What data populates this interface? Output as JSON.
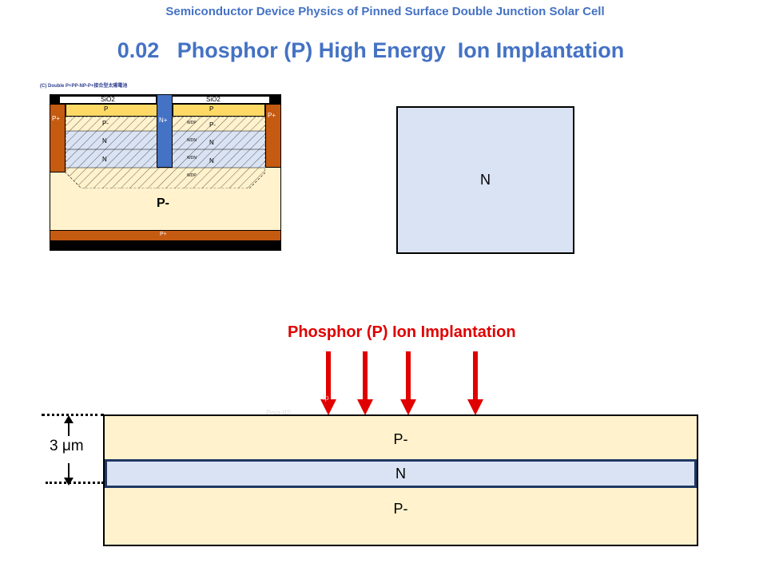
{
  "header": {
    "subtitle": "Semiconductor Device Physics of Pinned Surface Double Junction Solar Cell",
    "title": "0.02   Phosphor (P) High Energy  Ion Implantation"
  },
  "schematic": {
    "caption": "(C) Double P+PP-NP-P+接合型太陽電池",
    "oxide_left": "SiO2",
    "oxide_right": "SiO2",
    "p_plus_left": "P+",
    "p_plus_right": "P+",
    "n_plus": "N+",
    "p_top_left": "P",
    "p_top_right": "P",
    "p_minus_left": "P-",
    "p_minus_right": "P-",
    "n_left_1": "N",
    "n_left_2": "N",
    "n_right_1": "N",
    "n_right_2": "N",
    "wdp_1": "WDP",
    "wdn_1": "WDN",
    "wdn_2": "WDN",
    "wdp_2": "WDP",
    "substrate": "P-",
    "backside": "P+"
  },
  "n_box": {
    "label": "N"
  },
  "implantation": {
    "label": "Phosphor (P) Ion Implantation",
    "arrow_color": "#e00000",
    "arrow_count": 4
  },
  "cross_section": {
    "top_layer": "P-",
    "middle_layer": "N",
    "bottom_layer": "P-",
    "thickness": "3 μm",
    "faint_text_1": "Ip",
    "faint_text_2": "Pola 02"
  },
  "colors": {
    "title_blue": "#4472c4",
    "p_minus_fill": "#fff2cc",
    "n_fill": "#dae3f3",
    "n_plus_fill": "#4472c4",
    "p_plus_fill": "#c55a11",
    "p_fill": "#ffd966"
  }
}
